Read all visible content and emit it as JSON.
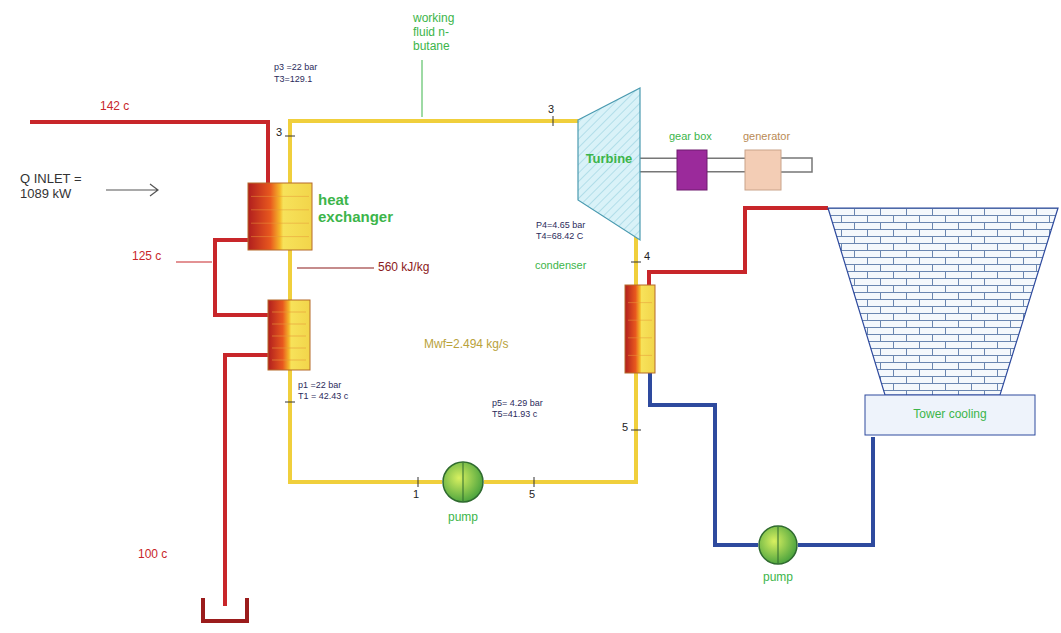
{
  "diagram": {
    "nodes": [
      {
        "text": [
          "heat exchanger"
        ]
      },
      {
        "text": [
          "Turbine"
        ]
      },
      {
        "text": [
          "gear box"
        ]
      },
      {
        "text": [
          "generator"
        ]
      },
      {
        "text": [
          "condenser"
        ]
      },
      {
        "text": [
          "Tower cooling"
        ]
      },
      {
        "text": [
          "pump"
        ]
      },
      {
        "text": [
          "pump"
        ]
      }
    ],
    "edges": [
      {
        "from": 0,
        "to": 1,
        "arrow": "none"
      },
      {
        "from": 1,
        "to": 4,
        "arrow": "none"
      },
      {
        "from": 4,
        "to": 6,
        "arrow": "none"
      },
      {
        "from": 6,
        "to": 0,
        "arrow": "none"
      },
      {
        "from": 1,
        "to": 2,
        "arrow": "none"
      },
      {
        "from": 2,
        "to": 3,
        "arrow": "none"
      },
      {
        "from": 4,
        "to": 5,
        "arrow": "none"
      },
      {
        "from": 5,
        "to": 7,
        "arrow": "none"
      },
      {
        "from": 7,
        "to": 4,
        "arrow": "none"
      }
    ],
    "labels": [
      "142 c",
      "Q INLET = 1089 kW",
      "125 c",
      "100 c",
      "p3 =22 bar",
      "T3=129.1",
      "working fluid n-butane",
      "3",
      "3",
      "560 kJ/kg",
      "P4=4.65 bar",
      "T4=68.42 C",
      "4",
      "Mwf=2.494 kg/s",
      "p1 =22 bar",
      "T1 = 42.43 c",
      "p5= 4.29 bar",
      "T5=41.93 c",
      "5",
      "1",
      "5"
    ]
  }
}
